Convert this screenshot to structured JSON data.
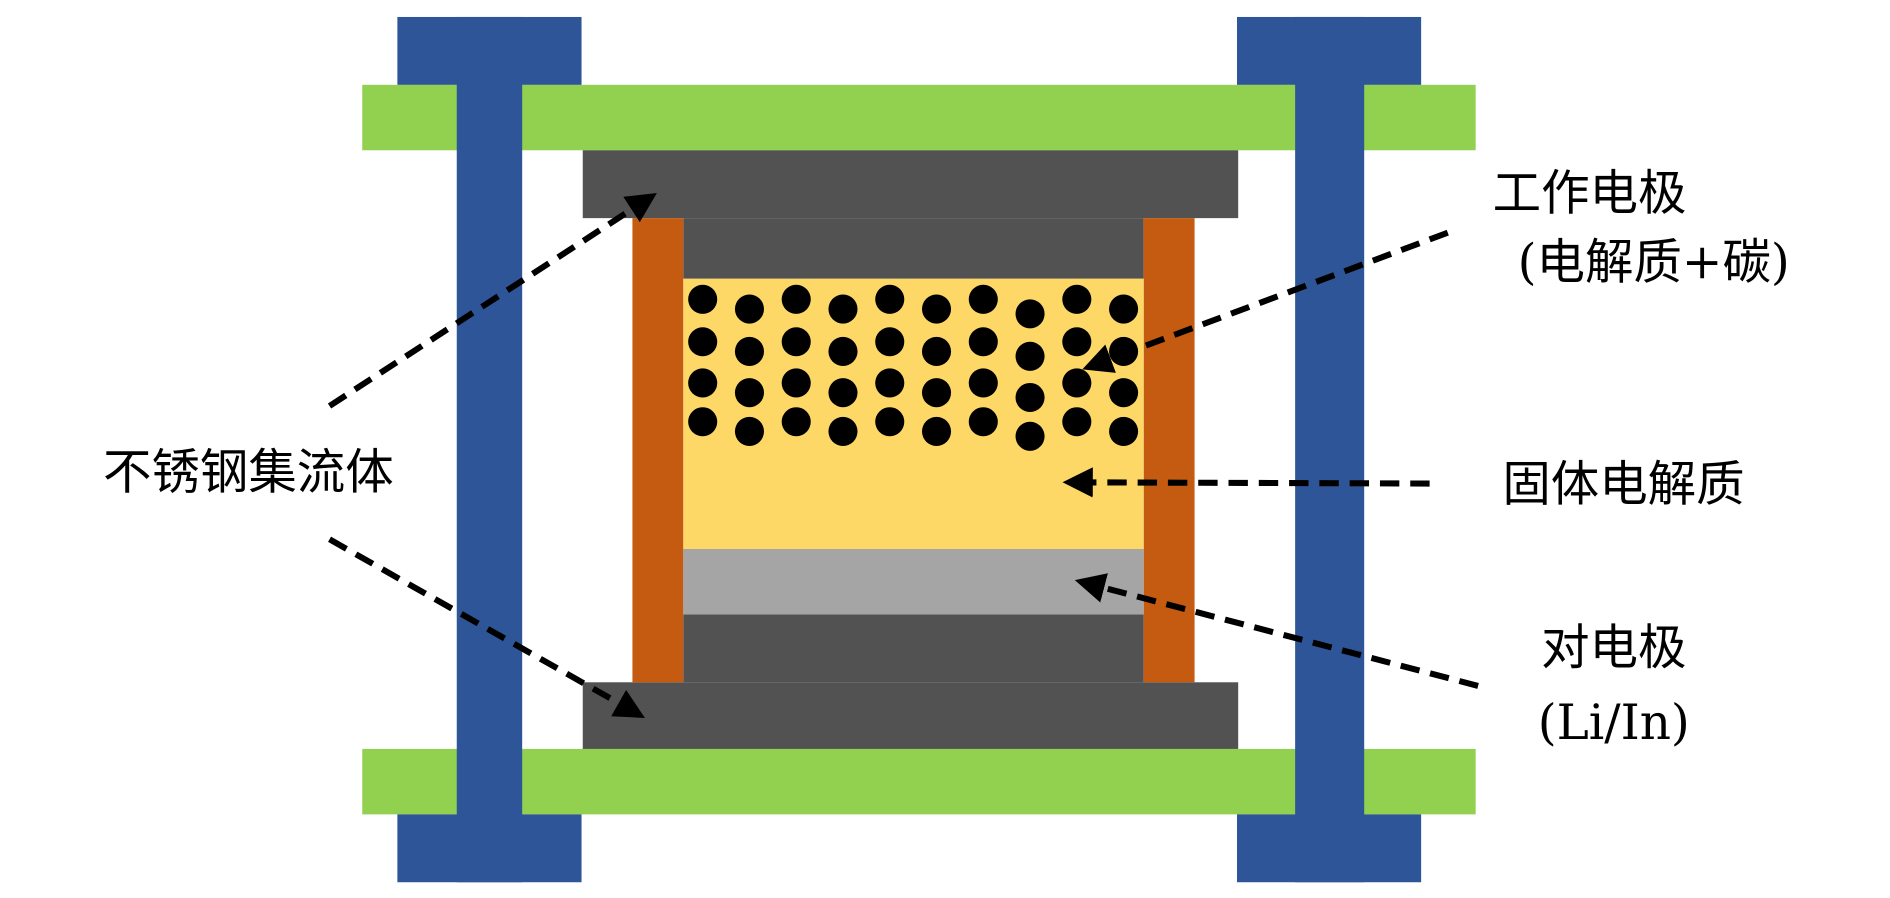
{
  "labels": {
    "working_electrode": "工作电极",
    "working_electrode_detail": "(电解质+碳)",
    "solid_electrolyte": "固体电解质",
    "counter_electrode": "对电极",
    "counter_electrode_detail": "(Li/In)",
    "current_collector": "不锈钢集流体"
  },
  "colors": {
    "frame_blue": "#2E5597",
    "plate_green": "#92D050",
    "collector_gray": "#525252",
    "sleeve_orange": "#C55A11",
    "electrolyte_yellow": "#FDD867",
    "counter_gray": "#A5A5A5",
    "carbon_black": "#000000"
  }
}
